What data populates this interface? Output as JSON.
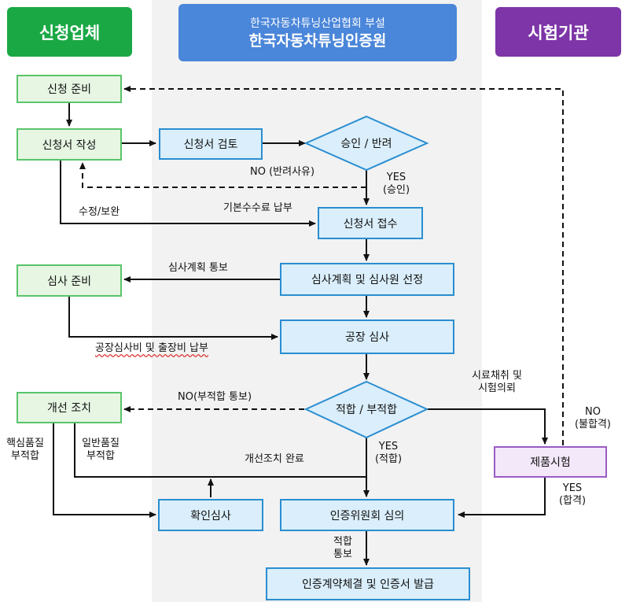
{
  "lanes": {
    "applicant": "신청업체",
    "center_sub": "한국자동차튜닝산업협회 부설",
    "center_main": "한국자동차튜닝인증원",
    "lab": "시험기관"
  },
  "nodes": {
    "prepare_application": "신청 준비",
    "write_application": "신청서 작성",
    "review_application": "신청서 검토",
    "approve_reject": "승인 / 반려",
    "receive_application": "신청서 접수",
    "prepare_audit": "심사 준비",
    "audit_plan": "심사계획 및 심사원 선정",
    "factory_audit": "공장 심사",
    "corrective_action": "개선 조치",
    "conform_decision": "적합 / 부적합",
    "product_test": "제품시험",
    "verification_audit": "확인심사",
    "committee": "인증위원회 심의",
    "issue_certificate": "인증계약체결 및 인증서 발급"
  },
  "labels": {
    "no_reject": "NO (반려사유)",
    "yes_approve_1": "YES",
    "yes_approve_2": "(승인)",
    "revise": "수정/보완",
    "fee": "기본수수료 납부",
    "plan_notice": "심사계획 통보",
    "audit_fee": "공장심사비 및 출장비 납부",
    "sampling_1": "시료채취 및",
    "sampling_2": "시험의뢰",
    "no_nonconform": "NO(부적합 통보)",
    "no_fail_1": "NO",
    "no_fail_2": "(불합격)",
    "core_fail_1": "핵심품질",
    "core_fail_2": "부적합",
    "general_fail_1": "일반품질",
    "general_fail_2": "부적합",
    "yes_conform_1": "YES",
    "yes_conform_2": "(적합)",
    "corrective_done": "개선조치 완료",
    "yes_pass_1": "YES",
    "yes_pass_2": "(합격)",
    "conform_notice_1": "적합",
    "conform_notice_2": "통보"
  }
}
